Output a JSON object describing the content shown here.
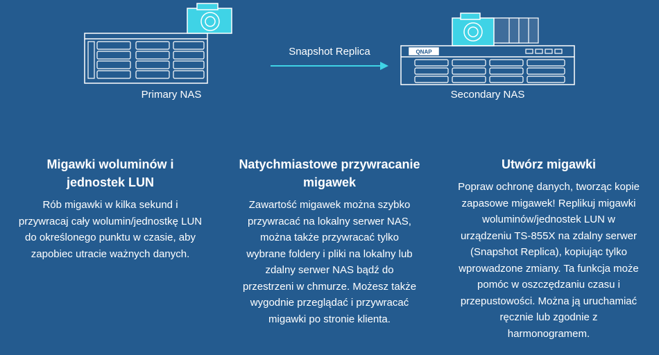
{
  "diagram": {
    "primary_label": "Primary NAS",
    "secondary_label": "Secondary NAS",
    "arrow_label": "Snapshot Replica",
    "brand_logo": "QNAP"
  },
  "columns": [
    {
      "title": "Migawki woluminów i jednostek LUN",
      "body": "Rób migawki w kilka sekund i przywracaj cały wolumin/jednostkę LUN do określonego punktu w czasie, aby zapobiec utracie ważnych danych."
    },
    {
      "title": "Natychmiastowe przywracanie migawek",
      "body": "Zawartość migawek można szybko przywracać na lokalny serwer NAS, można także przywracać tylko wybrane foldery i pliki na lokalny lub zdalny serwer NAS bądź do przestrzeni w chmurze. Możesz także wygodnie przeglądać i przywracać migawki po stronie klienta."
    },
    {
      "title": "Utwórz migawki",
      "body": "Popraw ochronę danych, tworząc kopie zapasowe migawek! Replikuj migawki woluminów/jednostek LUN w urządzeniu TS-855X na zdalny serwer (Snapshot Replica), kopiując tylko wprowadzone zmiany. Ta funkcja może pomóc w oszczędzaniu czasu i przepustowości. Można ją uruchamiać ręcznie lub zgodnie z harmonogramem."
    }
  ],
  "colors": {
    "background": "#245b8f",
    "accent": "#3fd3e6",
    "line": "#ffffff"
  }
}
